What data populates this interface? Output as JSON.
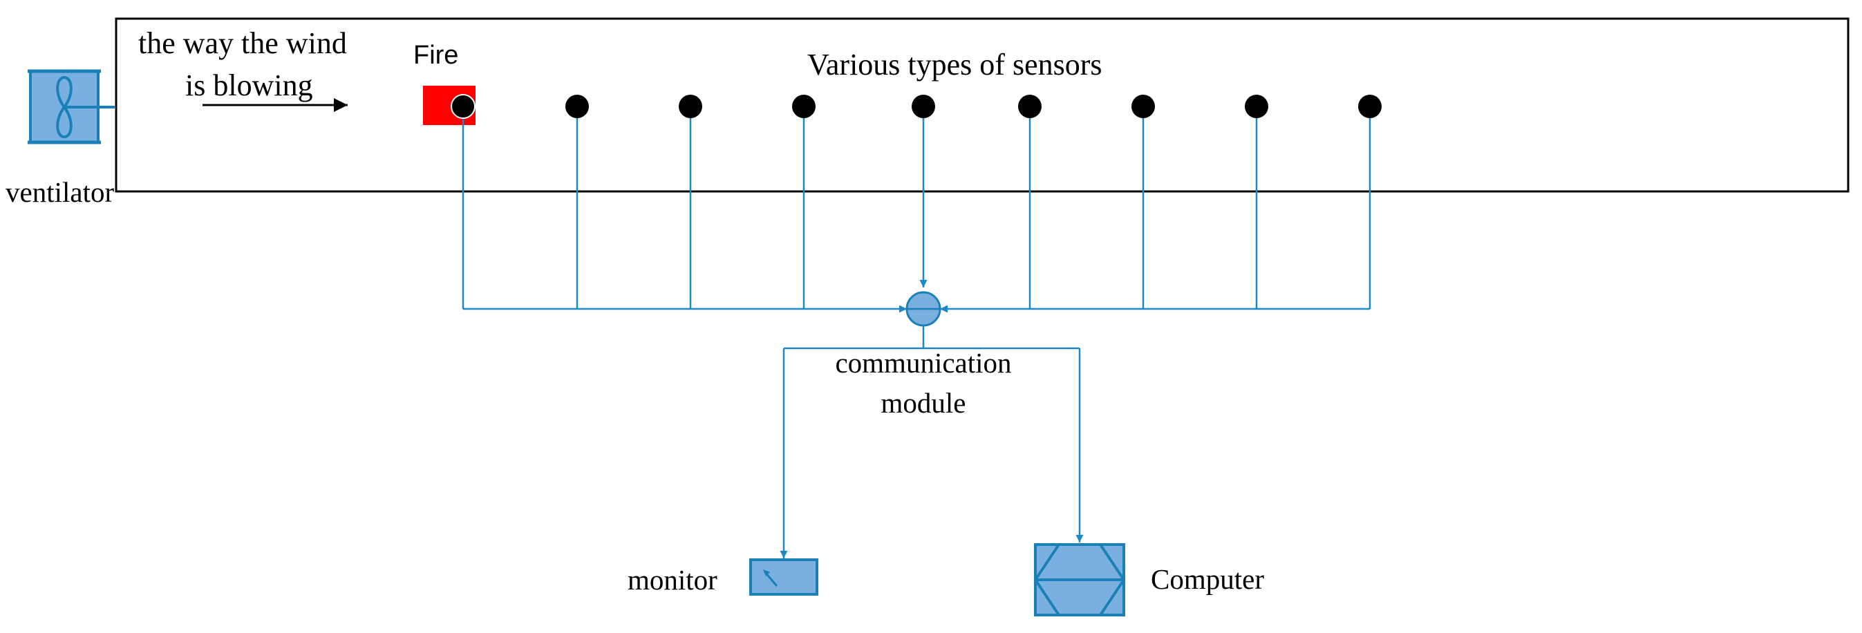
{
  "labels": {
    "wind_line1": "the way the wind",
    "wind_line2": "is blowing",
    "fire": "Fire",
    "sensors": "Various types of sensors",
    "ventilator": "ventilator",
    "comm_line1": "communication",
    "comm_line2": "module",
    "monitor": "monitor",
    "computer": "Computer"
  },
  "colors": {
    "line": "#1b8ac4",
    "device_fill": "#7ab0e0",
    "device_stroke": "#1b7fb8",
    "fire": "#ff0000",
    "sensor": "#000000"
  },
  "icons": [
    "ventilator-icon",
    "communication-module-icon",
    "monitor-icon",
    "computer-icon",
    "wind-arrow-icon"
  ]
}
